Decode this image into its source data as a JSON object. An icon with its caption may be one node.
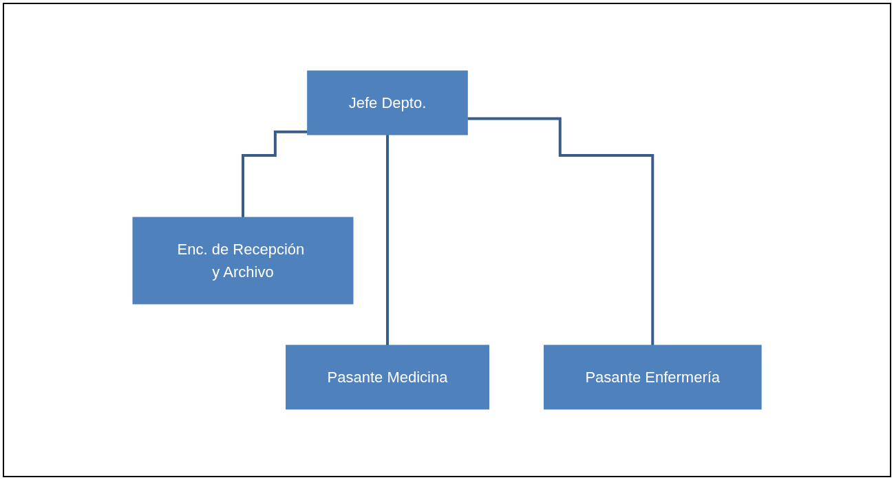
{
  "diagram": {
    "nodes": [
      {
        "text": [
          "Jefe Depto."
        ]
      },
      {
        "text": [
          "Enc. de Recepción y Archivo"
        ]
      },
      {
        "text": [
          "Pasante Medicina"
        ]
      },
      {
        "text": [
          "Pasante Enfermería"
        ]
      }
    ],
    "edges": [
      {
        "from": 0,
        "to": 1,
        "arrow": "none"
      },
      {
        "from": 0,
        "to": 2,
        "arrow": "none"
      },
      {
        "from": 0,
        "to": 3,
        "arrow": "none"
      }
    ]
  }
}
